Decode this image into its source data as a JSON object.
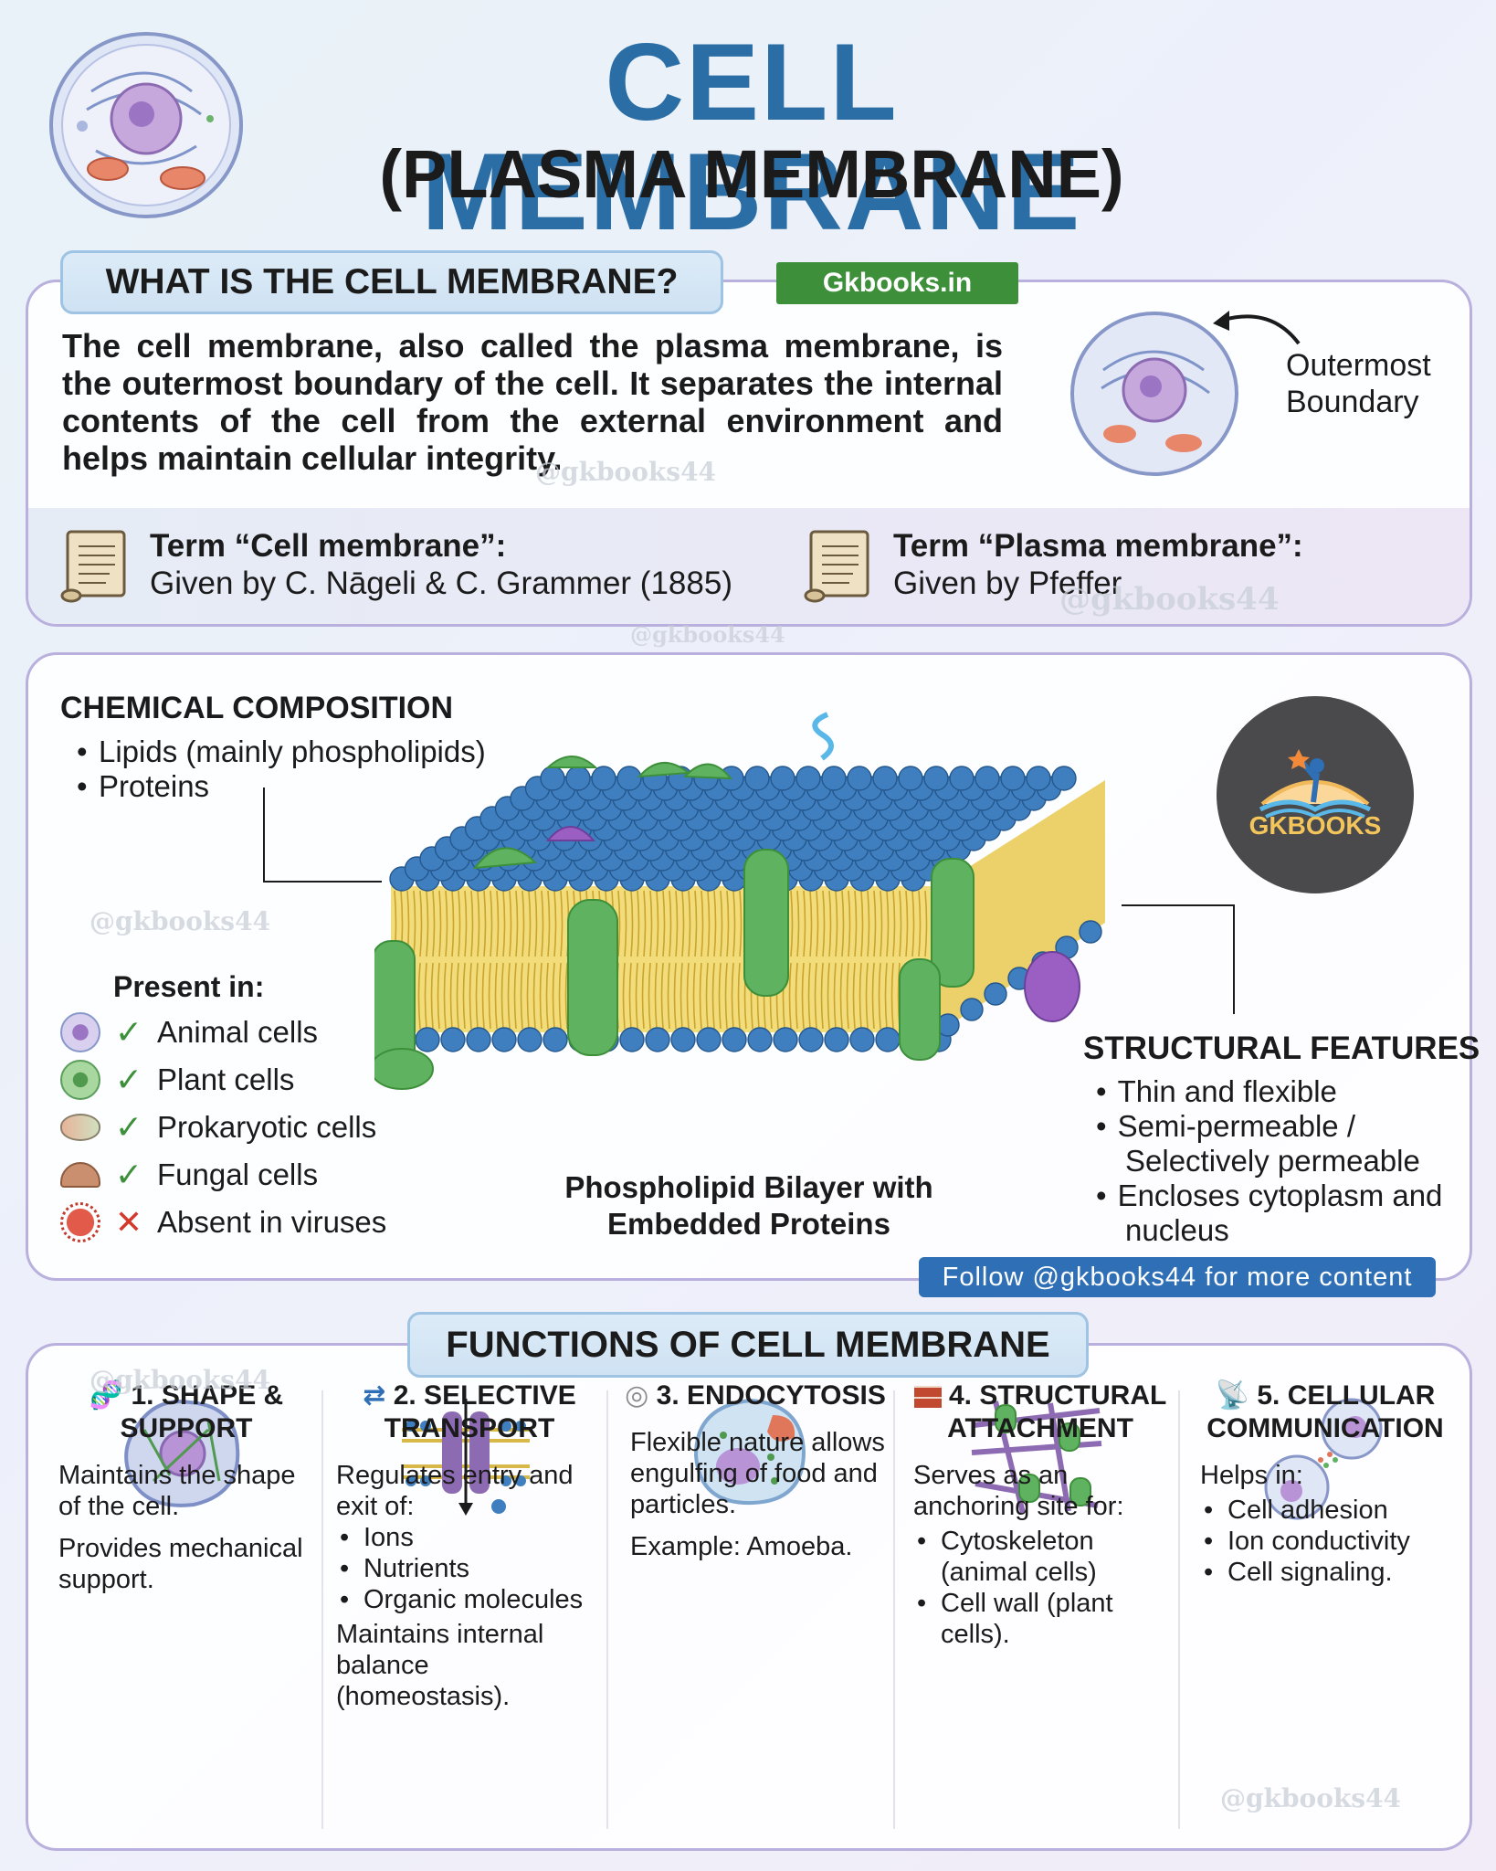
{
  "header": {
    "title": "CELL MEMBRANE",
    "subtitle": "(PLASMA MEMBRANE)"
  },
  "what_is": {
    "heading": "WHAT IS THE CELL MEMBRANE?",
    "badge": "Gkbooks.in",
    "paragraph": "The cell membrane, also called the plasma membrane, is the outermost boundary of the cell. It separates the internal contents of the cell from the external environment and helps maintain cellular integrity.",
    "boundary_label_1": "Outermost",
    "boundary_label_2": "Boundary",
    "terms": [
      {
        "title": "Term “Cell membrane”:",
        "value": "Given by C. Nāgeli & C. Grammer (1885)"
      },
      {
        "title": "Term “Plasma membrane”:",
        "value": "Given by Pfeffer"
      }
    ]
  },
  "composition": {
    "heading": "CHEMICAL COMPOSITION",
    "items": [
      "Lipids (mainly phospholipids)",
      "Proteins"
    ],
    "present_heading": "Present in:",
    "present": [
      {
        "label": "Animal cells",
        "mark": "check"
      },
      {
        "label": "Plant cells",
        "mark": "check"
      },
      {
        "label": "Prokaryotic cells",
        "mark": "check"
      },
      {
        "label": "Fungal cells",
        "mark": "check"
      },
      {
        "label": "Absent in viruses",
        "mark": "cross"
      }
    ],
    "diagram_caption_1": "Phospholipid Bilayer with",
    "diagram_caption_2": "Embedded Proteins",
    "logo_text": "GKBOOKS",
    "structural_heading": "STRUCTURAL FEATURES",
    "structural": [
      "Thin and flexible",
      "Semi-permeable /",
      "Selectively permeable",
      "Encloses cytoplasm and",
      "nucleus"
    ],
    "follow": "Follow @gkbooks44 for more content"
  },
  "functions": {
    "heading": "FUNCTIONS OF CELL MEMBRANE",
    "items": [
      {
        "icon": "dna-icon",
        "title_1": "1. SHAPE &",
        "title_2": "SUPPORT",
        "p1": "Maintains the shape of the cell.",
        "p2": "Provides mechanical support."
      },
      {
        "icon": "exchange-icon",
        "title_1": "2. SELECTIVE",
        "title_2": "TRANSPORT",
        "p1": "Regulates entry and exit of:",
        "list": [
          "Ions",
          "Nutrients",
          "Organic molecules"
        ],
        "p2": "Maintains internal balance (homeostasis)."
      },
      {
        "icon": "plate-icon",
        "title_1": "3. ENDOCYTOSIS",
        "title_2": "",
        "p1": "Flexible nature allows engulfing of food and particles.",
        "p2": "Example: Amoeba."
      },
      {
        "icon": "brick-icon",
        "title_1": "4. STRUCTURAL",
        "title_2": "ATTACHMENT",
        "p1": "Serves as an anchoring site for:",
        "list": [
          "Cytoskeleton (animal cells)",
          "Cell wall (plant cells)."
        ]
      },
      {
        "icon": "satellite-icon",
        "title_1": "5. CELLULAR",
        "title_2": "COMMUNICATION",
        "p1": "Helps in:",
        "list": [
          "Cell adhesion",
          "Ion conductivity",
          "Cell signaling."
        ]
      }
    ]
  },
  "watermarks": [
    "@gkbooks44"
  ],
  "colors": {
    "title_blue": "#2b6ea6",
    "badge_green": "#3d8f3a",
    "panel_border": "#b9b0dd",
    "lipid_head": "#3f7fc0",
    "protein_green": "#5fb260"
  }
}
